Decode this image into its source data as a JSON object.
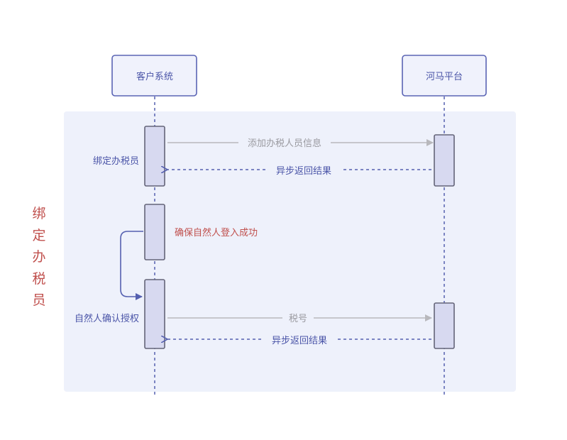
{
  "participants": [
    {
      "id": "client",
      "label": "客户系统"
    },
    {
      "id": "platform",
      "label": "河马平台"
    }
  ],
  "group_label": "绑定办税员",
  "steps": [
    {
      "id": "bind",
      "label": "绑定办税员"
    },
    {
      "id": "ensure",
      "label": "确保自然人登入成功"
    },
    {
      "id": "confirm",
      "label": "自然人确认授权"
    }
  ],
  "messages": [
    {
      "id": "m1",
      "label": "添加办税人员信息",
      "direction": "request"
    },
    {
      "id": "m2",
      "label": "异步返回结果",
      "direction": "response"
    },
    {
      "id": "m3",
      "label": "税号",
      "direction": "request"
    },
    {
      "id": "m4",
      "label": "异步返回结果",
      "direction": "response"
    }
  ],
  "colors": {
    "box_fill": "#f0f2fc",
    "box_stroke": "#5a64b4",
    "participant_text": "#4b55a8",
    "activation_fill": "#d7d9f0",
    "activation_stroke": "#646478",
    "request_line": "#b8b8bc",
    "request_text": "#9a9aa0",
    "response_line": "#5560b0",
    "response_text": "#4b55a8",
    "group_bg": "#eef1fb",
    "accent_text": "#c0504d"
  }
}
